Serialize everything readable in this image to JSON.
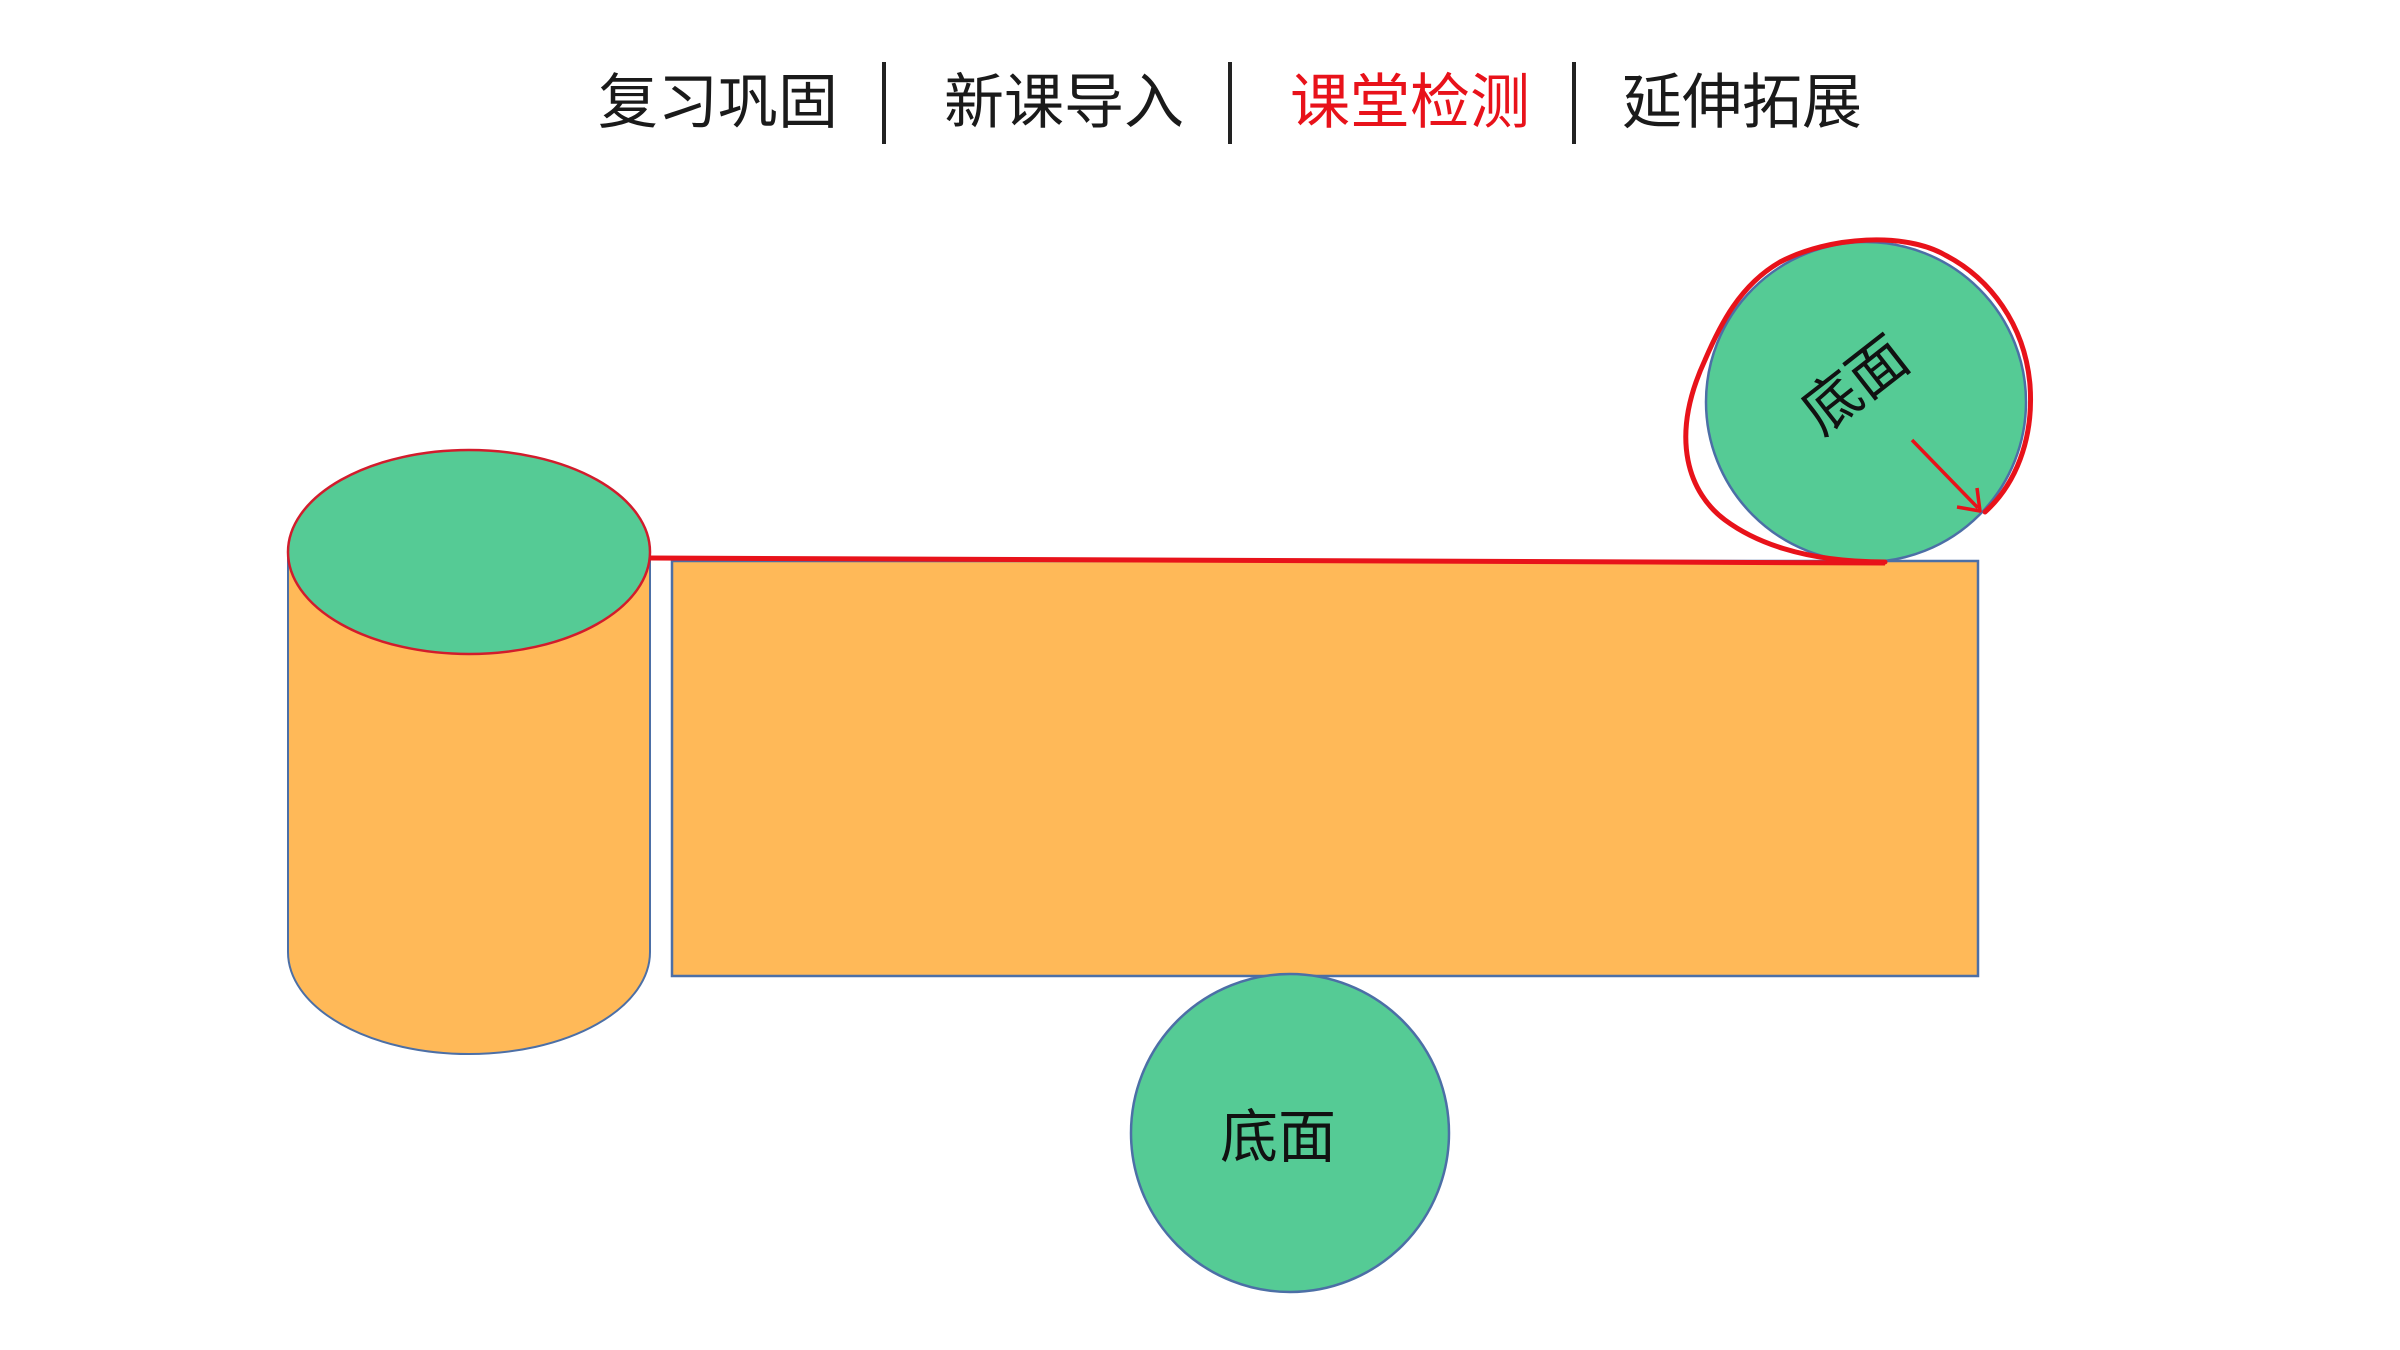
{
  "nav": {
    "items": [
      {
        "label": "复习巩固",
        "active": false
      },
      {
        "label": "新课导入",
        "active": false
      },
      {
        "label": "课堂检测",
        "active": true
      },
      {
        "label": "延伸拓展",
        "active": false
      }
    ]
  },
  "diagram": {
    "bottom_face_label": "底面",
    "top_face_label": "底面"
  },
  "colors": {
    "active_tab": "#e8121a",
    "tab_text": "#1a1a1a",
    "face_green": "#55cb95",
    "body_orange": "#ffb958",
    "outline_blue": "#4c6fa6",
    "highlight_red": "#e8121a"
  }
}
